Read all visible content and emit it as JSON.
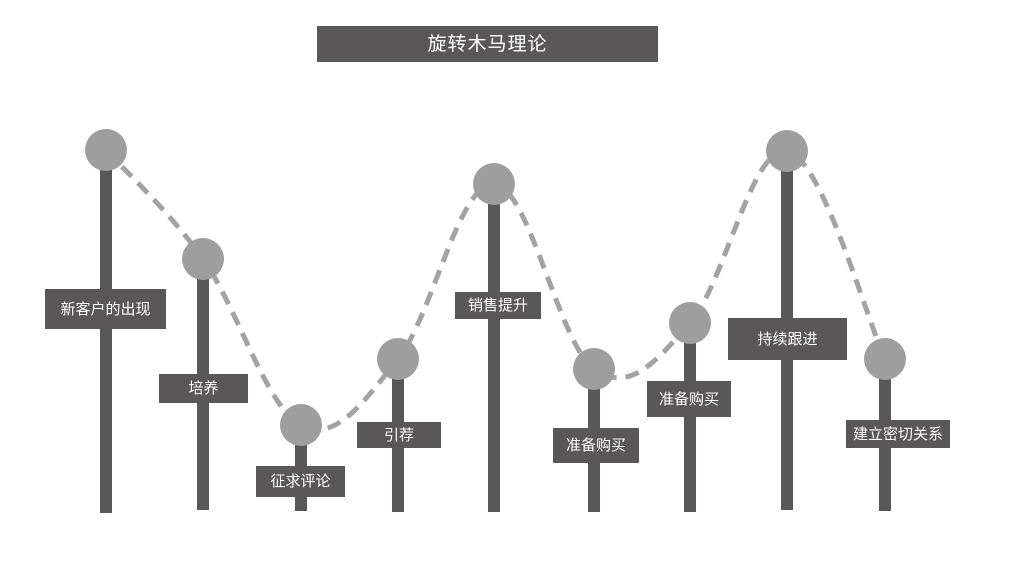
{
  "title": "旋转木马理论",
  "colors": {
    "pole": "#595757",
    "ball": "#9e9e9f",
    "dash": "#a3a3a3",
    "label_bg": "#595757",
    "label_text": "#ffffff"
  },
  "stages": [
    {
      "label": "新客户的出现"
    },
    {
      "label": "培养"
    },
    {
      "label": "征求评论"
    },
    {
      "label": "引荐"
    },
    {
      "label": "销售提升"
    },
    {
      "label": "准备购买"
    },
    {
      "label": "准备购买"
    },
    {
      "label": "持续跟进"
    },
    {
      "label": "建立密切关系"
    }
  ]
}
